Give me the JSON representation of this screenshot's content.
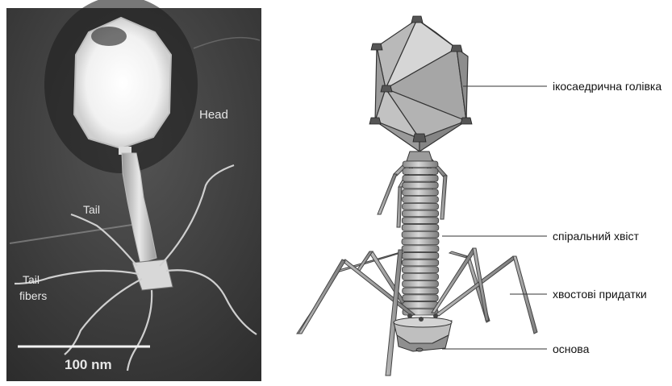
{
  "micrograph": {
    "labels": {
      "head": "Head",
      "tail": "Tail",
      "tail_fibers_line1": "Tail",
      "tail_fibers_line2": "fibers"
    },
    "scale_bar_label": "100 nm"
  },
  "diagram": {
    "callouts": {
      "head": "ікосаедрична голівка",
      "tail": "спіральний хвіст",
      "fibers": "хвостові придатки",
      "baseplate": "основа"
    }
  },
  "colors": {
    "micrograph_background": "#4a4a4a",
    "capsid_face_light": "#c9c9c9",
    "capsid_face_dark": "#8f8f8f",
    "outline": "#2b2b2b"
  }
}
